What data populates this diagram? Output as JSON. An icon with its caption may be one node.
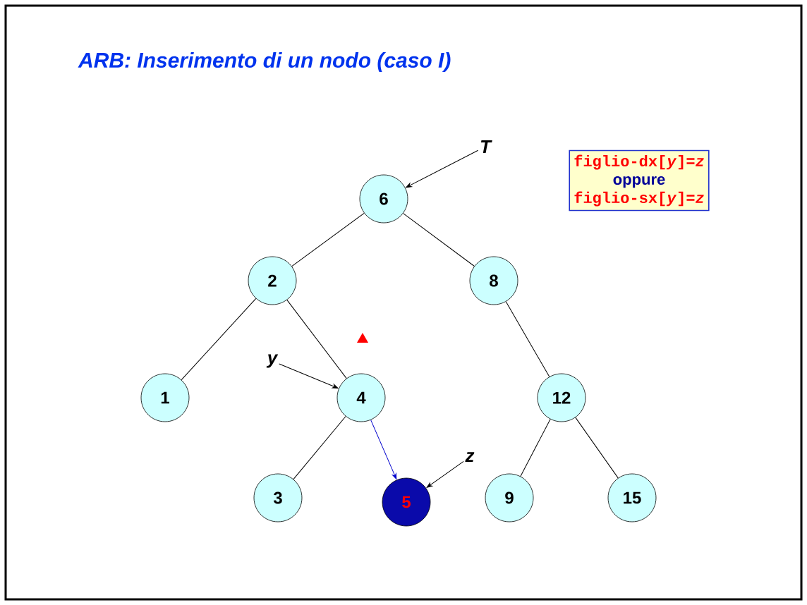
{
  "diagram": {
    "title": "ARB: Inserimento di un nodo (caso I)",
    "nodes": [
      {
        "text": [
          "T"
        ]
      },
      {
        "text": [
          "figlio-dx[*y*]=*z*",
          "oppure",
          "figlio-sx[*y*]=*z*"
        ]
      },
      {
        "text": [
          "6"
        ]
      },
      {
        "text": [
          "2"
        ]
      },
      {
        "text": [
          "8"
        ]
      },
      {
        "text": [
          "y"
        ]
      },
      {
        "text": [
          "1"
        ]
      },
      {
        "text": [
          "4"
        ]
      },
      {
        "text": [
          "12"
        ]
      },
      {
        "text": [
          "z"
        ]
      },
      {
        "text": [
          "3"
        ]
      },
      {
        "text": [
          "5"
        ]
      },
      {
        "text": [
          "9"
        ]
      },
      {
        "text": [
          "15"
        ]
      }
    ],
    "edges": [
      {
        "from": 0,
        "to": 2,
        "arrow": "to"
      },
      {
        "from": 2,
        "to": 3,
        "arrow": "none"
      },
      {
        "from": 2,
        "to": 4,
        "arrow": "none"
      },
      {
        "from": 3,
        "to": 6,
        "arrow": "none"
      },
      {
        "from": 3,
        "to": 7,
        "arrow": "none"
      },
      {
        "from": 5,
        "to": 7,
        "arrow": "to"
      },
      {
        "from": 4,
        "to": 8,
        "arrow": "none"
      },
      {
        "from": 7,
        "to": 10,
        "arrow": "none"
      },
      {
        "from": 7,
        "to": 11,
        "arrow": "to",
        "color": "#0000cc"
      },
      {
        "from": 9,
        "to": 11,
        "arrow": "to"
      },
      {
        "from": 8,
        "to": 12,
        "arrow": "none"
      },
      {
        "from": 8,
        "to": 13,
        "arrow": "none"
      }
    ]
  }
}
